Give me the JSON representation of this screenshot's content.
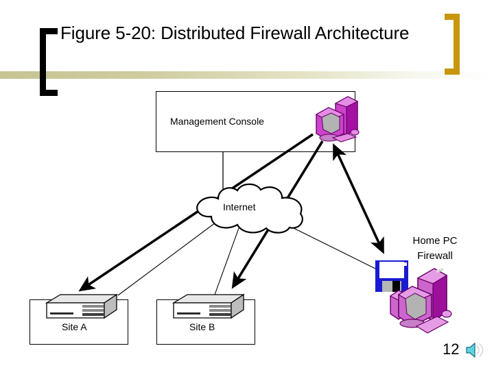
{
  "slide": {
    "title": "Figure 5-20: Distributed Firewall Architecture",
    "page_number": "12",
    "background_color": "#ffffff",
    "bracket_left_color": "#000000",
    "bracket_right_color": "#c8960c",
    "band_color": "#c6c493"
  },
  "diagram": {
    "management_console": {
      "label": "Management Console",
      "icon": "desktop-pc-icon",
      "icon_color": "#cc44cc"
    },
    "internet": {
      "label": "Internet",
      "icon": "cloud-icon"
    },
    "site_a": {
      "label": "Site A",
      "icon": "router-icon",
      "icon_color": "#d8d8d8"
    },
    "site_b": {
      "label": "Site B",
      "icon": "router-icon",
      "icon_color": "#d8d8d8"
    },
    "home_pc": {
      "label_line1": "Home PC",
      "label_line2": "Firewall",
      "floppy_icon": "floppy-disk-icon",
      "floppy_color": "#1a1ad2",
      "pc_icon": "desktop-pc-icon",
      "pc_color": "#cc66cc"
    },
    "connectors": [
      {
        "name": "console-to-site-a",
        "style": "thick-arrow"
      },
      {
        "name": "console-to-site-b",
        "style": "thick-arrow"
      },
      {
        "name": "console-to-home-pc",
        "style": "thick-double-arrow"
      },
      {
        "name": "console-to-internet",
        "style": "thin-line"
      },
      {
        "name": "internet-to-site-a",
        "style": "thin-line"
      },
      {
        "name": "internet-to-site-b",
        "style": "thin-line"
      },
      {
        "name": "internet-to-home-pc",
        "style": "thin-line"
      }
    ]
  },
  "controls": {
    "sound_icon": "speaker-icon",
    "sound_icon_color": "#5fd4e0"
  }
}
